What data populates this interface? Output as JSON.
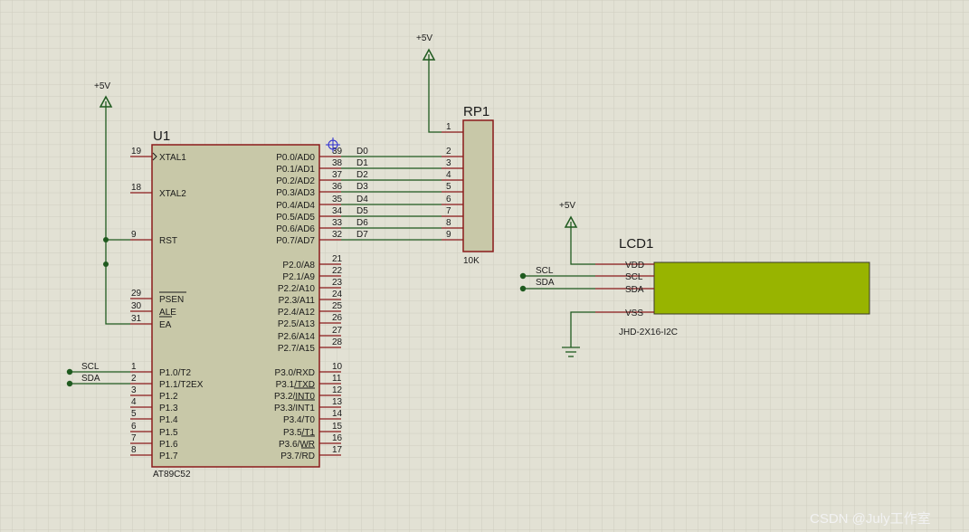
{
  "colors": {
    "background": "#e2e1d4",
    "grid": "#cfcdbf",
    "chip_fill": "#c8c8a8",
    "body_outline": "#8a1a1a",
    "wire": "#1f5a1f",
    "pin": "#8a1a1a",
    "power": "#1f5a1f",
    "lcd_screen": "#98b400"
  },
  "u1": {
    "ref": "U1",
    "part": "AT89C52",
    "left_pins": [
      {
        "num": "19",
        "name": "XTAL1"
      },
      {
        "num": "18",
        "name": "XTAL2"
      },
      {
        "num": "9",
        "name": "RST"
      },
      {
        "num": "29",
        "name": "PSEN"
      },
      {
        "num": "30",
        "name": "ALE"
      },
      {
        "num": "31",
        "name": "EA"
      },
      {
        "num": "1",
        "name": "P1.0/T2"
      },
      {
        "num": "2",
        "name": "P1.1/T2EX"
      },
      {
        "num": "3",
        "name": "P1.2"
      },
      {
        "num": "4",
        "name": "P1.3"
      },
      {
        "num": "5",
        "name": "P1.4"
      },
      {
        "num": "6",
        "name": "P1.5"
      },
      {
        "num": "7",
        "name": "P1.6"
      },
      {
        "num": "8",
        "name": "P1.7"
      }
    ],
    "right_pins": [
      {
        "num": "39",
        "name": "P0.0/AD0"
      },
      {
        "num": "38",
        "name": "P0.1/AD1"
      },
      {
        "num": "37",
        "name": "P0.2/AD2"
      },
      {
        "num": "36",
        "name": "P0.3/AD3"
      },
      {
        "num": "35",
        "name": "P0.4/AD4"
      },
      {
        "num": "34",
        "name": "P0.5/AD5"
      },
      {
        "num": "33",
        "name": "P0.6/AD6"
      },
      {
        "num": "32",
        "name": "P0.7/AD7"
      },
      {
        "num": "21",
        "name": "P2.0/A8"
      },
      {
        "num": "22",
        "name": "P2.1/A9"
      },
      {
        "num": "23",
        "name": "P2.2/A10"
      },
      {
        "num": "24",
        "name": "P2.3/A11"
      },
      {
        "num": "25",
        "name": "P2.4/A12"
      },
      {
        "num": "26",
        "name": "P2.5/A13"
      },
      {
        "num": "27",
        "name": "P2.6/A14"
      },
      {
        "num": "28",
        "name": "P2.7/A15"
      },
      {
        "num": "10",
        "name": "P3.0/RXD"
      },
      {
        "num": "11",
        "name": "P3.1/TXD"
      },
      {
        "num": "12",
        "name": "P3.2/INT0"
      },
      {
        "num": "13",
        "name": "P3.3/INT1"
      },
      {
        "num": "14",
        "name": "P3.4/T0"
      },
      {
        "num": "15",
        "name": "P3.5/T1"
      },
      {
        "num": "16",
        "name": "P3.6/WR"
      },
      {
        "num": "17",
        "name": "P3.7/RD"
      }
    ]
  },
  "rp1": {
    "ref": "RP1",
    "value": "10K",
    "pins": [
      "1",
      "2",
      "3",
      "4",
      "5",
      "6",
      "7",
      "8",
      "9"
    ]
  },
  "lcd": {
    "ref": "LCD1",
    "part": "JHD-2X16-I2C",
    "pins": [
      "VDD",
      "SCL",
      "SDA",
      "VSS"
    ]
  },
  "bus_labels": [
    "D0",
    "D1",
    "D2",
    "D3",
    "D4",
    "D5",
    "D6",
    "D7"
  ],
  "net_labels": {
    "scl": "SCL",
    "sda": "SDA"
  },
  "power": {
    "vcc_label": "+5V"
  },
  "watermark": "CSDN @July工作室"
}
